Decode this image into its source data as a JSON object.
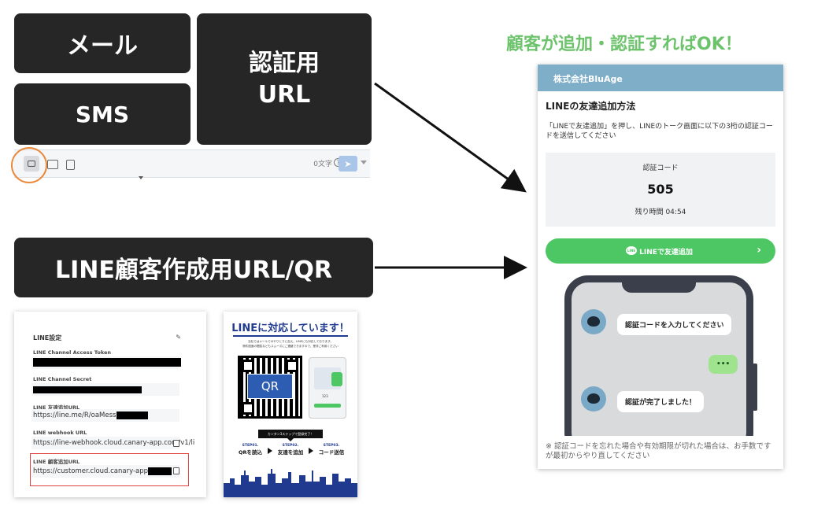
{
  "boxes": {
    "mail": "メール",
    "sms": "SMS",
    "auth_line1": "認証用",
    "auth_line2": "URL",
    "line_url_qr": "LINE顧客作成用URL/QR"
  },
  "heading": "顧客が追加・認証すればOK！",
  "composer": {
    "char_count": "0文字"
  },
  "line_settings": {
    "title": "LINE設定",
    "access_token_label": "LINE Channel Access Token",
    "secret_label": "LINE Channel Secret",
    "friend_url_label": "LINE 友達追加URL",
    "friend_url_value": "https://line.me/R/oaMessage/",
    "webhook_label": "LINE webhook URL",
    "webhook_value": "https://line-webhook.cloud.canary-app.com/v1/li",
    "customer_url_label": "LINE 顧客追加URL",
    "customer_url_value": "https://customer.cloud.canary-app.com"
  },
  "poster": {
    "title": "LINEに対応しています！",
    "desc_line1": "当社ではメールでのやりとりに加え、LINEにも対応しております。",
    "desc_line2": "物件図面の閲覧などもスムーズにご連絡できますので、是非ご利用ください",
    "qr_text": "QR",
    "ribbon": "カンタン3ステップで登録完了！",
    "steps": [
      {
        "num": "STEP01.",
        "label": "QRを読込"
      },
      {
        "num": "STEP02.",
        "label": "友達を追加"
      },
      {
        "num": "STEP03.",
        "label": "コード送信"
      }
    ],
    "mini_code": "123"
  },
  "panel": {
    "company": "株式会社BluAge",
    "title": "LINEの友達追加方法",
    "desc": "「LINEで友達追加」を押し、LINEのトーク画面に以下の3桁の認証コードを送信してください",
    "code_label": "認証コード",
    "code_value": "505",
    "remaining": "残り時間 04:54",
    "add_button": "LINEで友達追加",
    "chat1": "認証コードを入力してください",
    "chat_dots": "•••",
    "chat2": "認証が完了しました！",
    "note": "※ 認証コードを忘れた場合や有効期限が切れた場合は、お手数ですが最初からやり直してください"
  },
  "colors": {
    "dark": "#262626",
    "green": "#6cc36c",
    "line_green": "#4cc764",
    "header_blue": "#7faec8",
    "poster_blue": "#1f3a8f",
    "highlight_red": "#e0433b",
    "circle_orange": "#e98a3c"
  }
}
